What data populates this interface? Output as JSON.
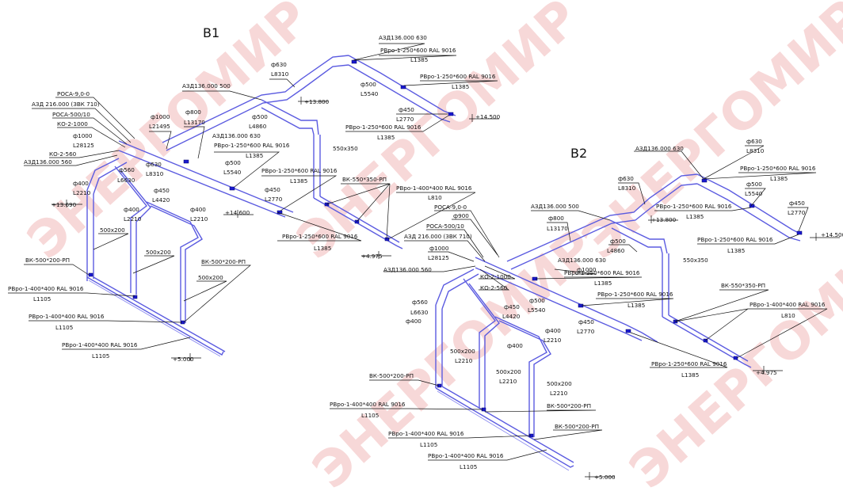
{
  "watermark": "ЭНЕРГОМИР",
  "left": {
    "title": "В1",
    "labels": {
      "rosa90": "РОСА-9,0-0",
      "azd716": "АЗД 216.000 (ЗВК 710)",
      "rosa500": "РОСА-500/10",
      "ko1000": "КО-2-1000",
      "d1000a": "ф1000",
      "l28125": "L28125",
      "ko560": "КО-2-560",
      "azd560": "АЗД136.000 560",
      "d1000b": "ф1000",
      "l21495": "L21495",
      "d800": "ф800",
      "l13170": "L13170",
      "azd500": "АЗД136.000 500",
      "d630a": "ф630",
      "l8310a": "L8310",
      "azd630a": "АЗД136.000 630",
      "rvro1a": "РВро-1-250*600 RAL 9016",
      "l1385a": "L1385",
      "d630b": "ф630",
      "l8310b": "L8310",
      "d500a": "ф500",
      "l4860": "L4860",
      "d500b": "ф500",
      "l5540a": "L5540",
      "d500c": "ф500",
      "l5540b": "L5540",
      "azd630b": "АЗД136.000 630",
      "rvro1b": "РВро-1-250*600 RAL 9016",
      "l1385b": "L1385",
      "rvro1c": "РВро-1-250*600 RAL 9016",
      "l1385c": "L1385",
      "d450a": "ф450",
      "l2770a": "L2770",
      "rvro1d": "РВро-1-250*600 RAL 9016",
      "l1385d": "L1385",
      "el13800": "+13.800",
      "el14500": "+14.500",
      "d560": "ф560",
      "l6630": "L6630",
      "d400a": "ф400",
      "l2210a": "L2210",
      "el13690": "+13.690",
      "d450b": "ф450",
      "l4420": "L4420",
      "d400b": "ф400",
      "l2210b": "L2210",
      "d400c": "ф400",
      "l2210c": "L2210",
      "rvro1e": "РВро-1-250*600 RAL 9016",
      "l1385e": "L1385",
      "d450c": "ф450",
      "l2770b": "L2770",
      "el14600": "+14.600",
      "d550": "550х350",
      "vk550": "ВК-550*350-РП",
      "rvro400a": "РВро-1-400*400 RAL 9016",
      "l810": "L810",
      "rvro1f": "РВро-1-250*600 RAL 9016",
      "l1385f": "L1385",
      "el4975": "+4.975",
      "s500a": "500х200",
      "s500b": "500х200",
      "s500c": "500х200",
      "vk500a": "ВК-500*200-РП",
      "vk500b": "ВК-500*200-РП",
      "rvro400b": "РВро-1-400*400 RAL 9016",
      "l1105a": "L1105",
      "rvro400c": "РВро-1-400*400 RAL 9016",
      "l1105b": "L1105",
      "rvro400d": "РВро-1-400*400 RAL 9016",
      "l1105c": "L1105",
      "el5000": "+5.000"
    }
  },
  "right": {
    "title": "В2",
    "labels": {
      "azd630a": "АЗД136.000 630",
      "d630a": "ф630",
      "l8310a": "L8310",
      "rvro1a": "РВро-1-250*600 RAL 9016",
      "l1385a": "L1385",
      "d500a": "ф500",
      "l5540a": "L5540",
      "d630b": "ф630",
      "l8310b": "L8310",
      "d450a": "ф450",
      "l2770a": "L2770",
      "azd500": "АЗД136.000 500",
      "d800": "ф800",
      "l13170": "L13170",
      "rvro1b": "РВро-1-250*600 RAL 9016",
      "l1385b": "L1385",
      "el13800": "+13.800",
      "rvro1c": "РВро-1-250*600 RAL 9016",
      "l1385c": "L1385",
      "el14500": "+14.500",
      "rosa90": "РОСА-9,0-0",
      "d900": "ф900",
      "rosa500": "РОСА-500/10",
      "azd716": "АЗД 216.000 (ЗВК 710)",
      "d1000": "ф1000",
      "l28125": "L28125",
      "d1000b": "ф1000",
      "d500b": "ф500",
      "l4860": "L4860",
      "azd630b": "АЗД136.000 630",
      "s550": "550х350",
      "azd560": "АЗД136.000 560",
      "ko1000": "КО-2-1000",
      "ko560": "КО-2-560",
      "rvro1d": "РВро-1-250*600 RAL 9016",
      "l1385d": "L1385",
      "vk550": "ВК-550*350-РП",
      "rvro400a": "РВро-1-400*400 RAL 9016",
      "l810": "L810",
      "d560": "ф560",
      "l6630": "L6630",
      "d400a": "ф400",
      "d450b": "ф450",
      "l4420": "L4420",
      "d500c": "ф500",
      "l5540b": "L5540",
      "rvro1e": "РВро-1-250*600 RAL 9016",
      "l1385e": "L1385",
      "d450c": "ф450",
      "l2770b": "L2770",
      "d400b": "ф400",
      "l2210b": "L2210",
      "d400c": "ф400",
      "rvro1f": "РВро-1-250*600 RAL 9016",
      "l1385f": "L1385",
      "el4975": "+4.975",
      "s500a": "500х200",
      "l2210c": "L2210",
      "s500b": "500х200",
      "l2210d": "L2210",
      "s500c": "500х200",
      "l2210e": "L2210",
      "vk500a": "ВК-500*200-РП",
      "rvro400b": "РВро-1-400*400 RAL 9016",
      "l1105a": "L1105",
      "vk500b": "ВК-500*200-РП",
      "rvro400c": "РВро-1-400*400 RAL 9016",
      "l1105b": "L1105",
      "vk500c": "ВК-500*200-РП",
      "rvro400d": "РВро-1-400*400 RAL 9016",
      "l1105c": "L1105",
      "el5000": "+5.000"
    }
  }
}
